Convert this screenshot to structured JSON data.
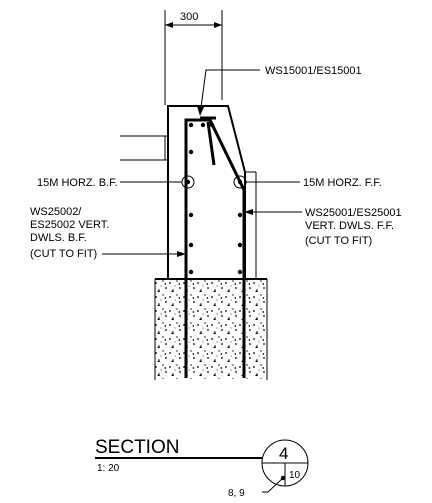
{
  "dimension": {
    "value": "300"
  },
  "labels": {
    "top_right": "WS15001/ES15001",
    "horz_bf": "15M HORZ. B.F.",
    "horz_ff": "15M HORZ. F.F.",
    "left_vert_lines": [
      "WS25002/",
      "ES25002 VERT.",
      "DWLS. B.F.",
      "(CUT TO FIT)"
    ],
    "right_vert_lines": [
      "WS25001/ES25001",
      "VERT. DWLS. F.F.",
      "(CUT TO FIT)"
    ]
  },
  "section_tag": {
    "title": "SECTION",
    "scale": "1: 20",
    "number": "4",
    "sheet": "10",
    "reference": "8, 9"
  }
}
